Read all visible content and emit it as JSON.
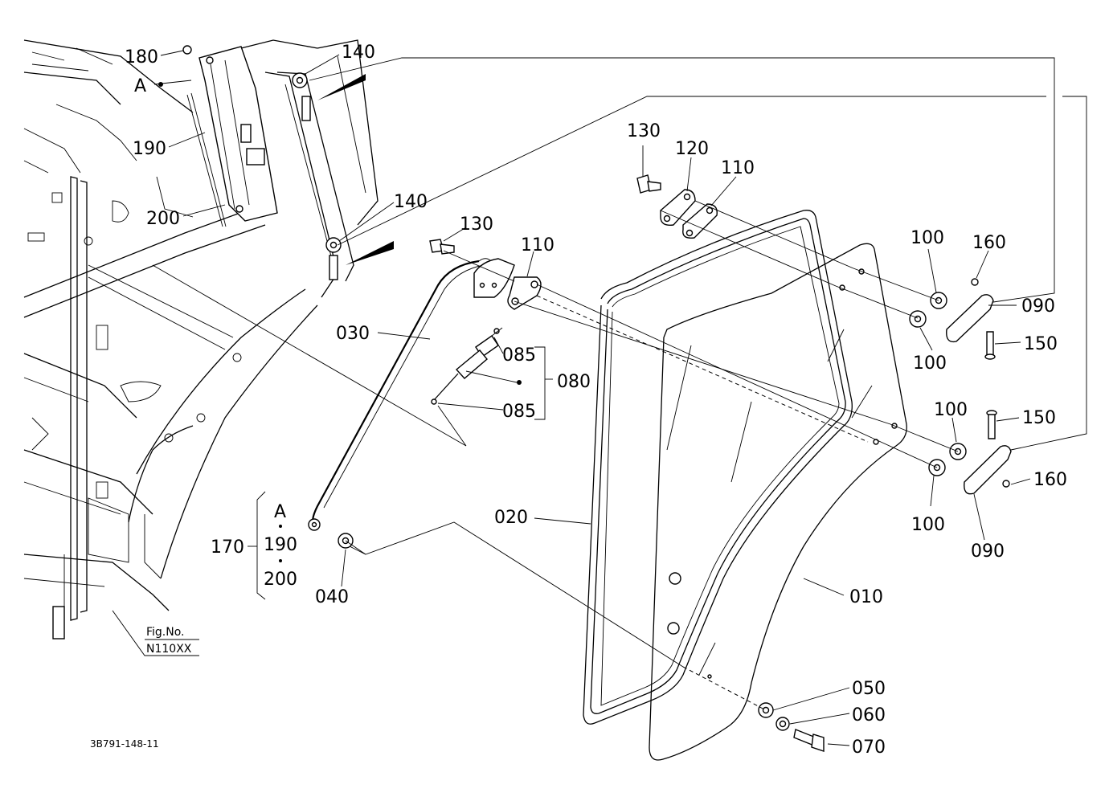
{
  "callouts": {
    "c180": "180",
    "cA_top": "A",
    "c140_top": "140",
    "c190": "190",
    "c200": "200",
    "c140_mid": "140",
    "c130_top": "130",
    "c120": "120",
    "c110_top": "110",
    "c130_mid": "130",
    "c110_mid": "110",
    "c100_a": "100",
    "c160_top": "160",
    "c090_top": "090",
    "c100_b": "100",
    "c150_top": "150",
    "c030": "030",
    "c085_top": "085",
    "c080": "080",
    "c085_bot": "085",
    "c100_c": "100",
    "c150_bot": "150",
    "c160_bot": "160",
    "c020": "020",
    "c100_d": "100",
    "c090_bot": "090",
    "c170": "170",
    "cA_group": "A",
    "c190_group": "190",
    "c200_group": "200",
    "c040": "040",
    "c010": "010",
    "c050": "050",
    "c060": "060",
    "c070": "070"
  },
  "figure": {
    "fig_label": "Fig.No.",
    "fig_number": "N110XX",
    "drawing_code": "3B791-148-11"
  }
}
